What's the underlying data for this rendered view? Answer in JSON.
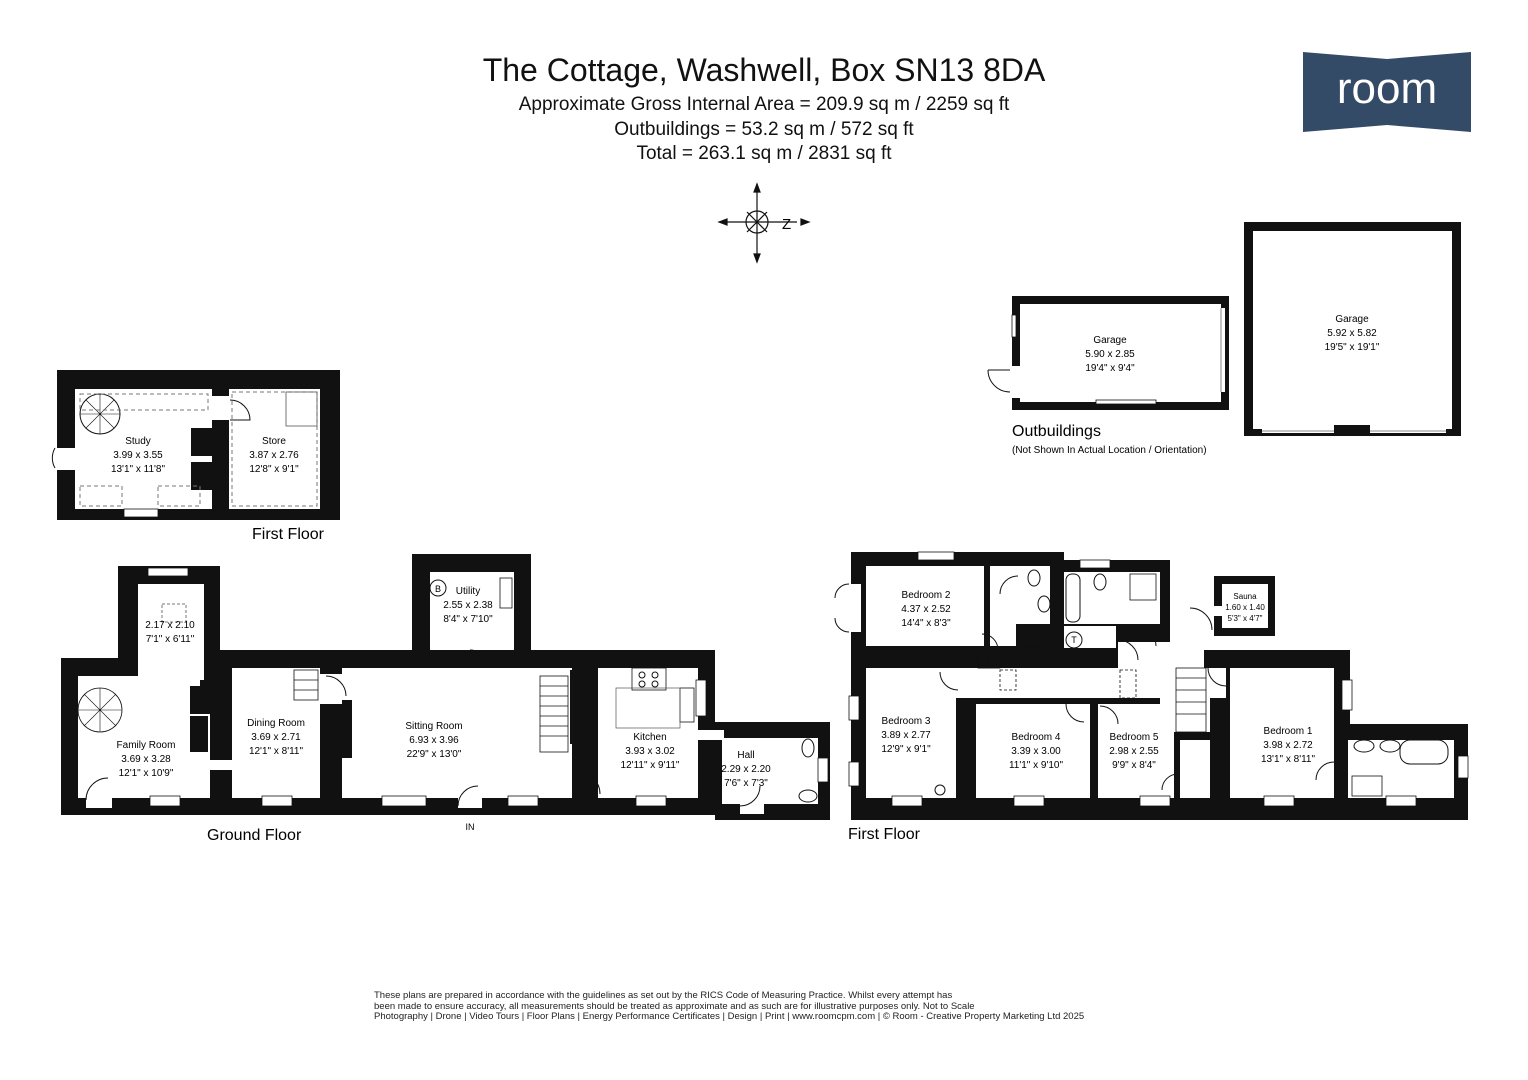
{
  "header": {
    "title": "The Cottage, Washwell, Box SN13 8DA",
    "gross_area": "Approximate Gross Internal Area = 209.9 sq m / 2259 sq ft",
    "outbuildings_area": "Outbuildings = 53.2 sq m / 572 sq ft",
    "total_area": "Total = 263.1 sq m / 2831 sq ft"
  },
  "logo": {
    "text": "room",
    "color": "#334b66"
  },
  "compass": {
    "letter": "Z"
  },
  "outbuildings": {
    "label": "Outbuildings",
    "note": "(Not Shown In Actual Location / Orientation)",
    "garage_small": {
      "name": "Garage",
      "metric": "5.90 x 2.85",
      "imperial": "19'4\" x 9'4\""
    },
    "garage_large": {
      "name": "Garage",
      "metric": "5.92 x 5.82",
      "imperial": "19'5\" x 19'1\""
    }
  },
  "first_floor_upper": {
    "label": "First Floor",
    "study": {
      "name": "Study",
      "metric": "3.99 x 3.55",
      "imperial": "13'1\" x 11'8\""
    },
    "store": {
      "name": "Store",
      "metric": "3.87 x 2.76",
      "imperial": "12'8\" x 9'1\""
    }
  },
  "ground_floor": {
    "label": "Ground Floor",
    "entrance": "IN",
    "small_room": {
      "metric": "2.17 x 2.10",
      "imperial": "7'1\" x 6'11\""
    },
    "family_room": {
      "name": "Family Room",
      "metric": "3.69 x 3.28",
      "imperial": "12'1\" x 10'9\""
    },
    "dining_room": {
      "name": "Dining Room",
      "metric": "3.69 x 2.71",
      "imperial": "12'1\" x 8'11\""
    },
    "utility": {
      "name": "Utility",
      "metric": "2.55 x 2.38",
      "imperial": "8'4\" x 7'10\"",
      "boiler": "B"
    },
    "sitting_room": {
      "name": "Sitting Room",
      "metric": "6.93 x 3.96",
      "imperial": "22'9\" x 13'0\""
    },
    "kitchen": {
      "name": "Kitchen",
      "metric": "3.93 x 3.02",
      "imperial": "12'11\" x 9'11\""
    },
    "hall": {
      "name": "Hall",
      "metric": "2.29 x 2.20",
      "imperial": "7'6\" x 7'3\""
    }
  },
  "first_floor": {
    "label": "First Floor",
    "tank": "T",
    "bedroom2": {
      "name": "Bedroom 2",
      "metric": "4.37 x 2.52",
      "imperial": "14'4\" x 8'3\""
    },
    "sauna": {
      "name": "Sauna",
      "metric": "1.60 x 1.40",
      "imperial": "5'3\" x 4'7\""
    },
    "bedroom3": {
      "name": "Bedroom 3",
      "metric": "3.89 x 2.77",
      "imperial": "12'9\" x 9'1\""
    },
    "bedroom4": {
      "name": "Bedroom 4",
      "metric": "3.39 x 3.00",
      "imperial": "11'1\" x 9'10\""
    },
    "bedroom5": {
      "name": "Bedroom 5",
      "metric": "2.98 x 2.55",
      "imperial": "9'9\" x 8'4\""
    },
    "bedroom1": {
      "name": "Bedroom 1",
      "metric": "3.98 x 2.72",
      "imperial": "13'1\" x 8'11\""
    }
  },
  "footer": {
    "line1": "These plans are prepared in accordance with the guidelines as set out by the RICS Code of Measuring Practice. Whilst every attempt has",
    "line2": "been made to ensure accuracy, all measurements should be treated as approximate and as such are for illustrative purposes only. Not to Scale",
    "line3": "Photography | Drone | Video Tours | Floor Plans | Energy Performance Certificates | Design | Print | www.roomcpm.com | © Room - Creative Property Marketing Ltd 2025"
  }
}
